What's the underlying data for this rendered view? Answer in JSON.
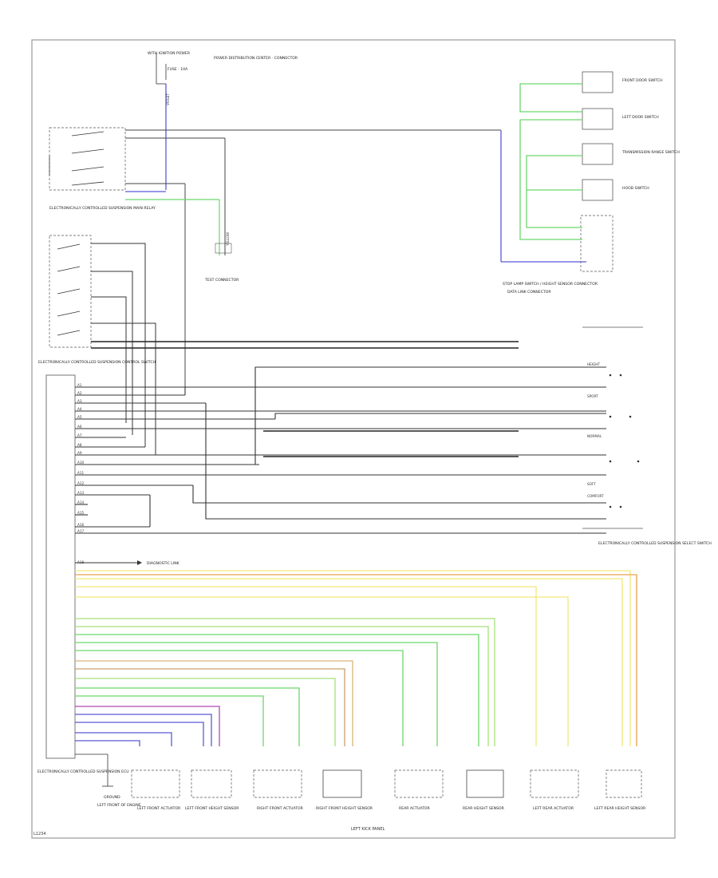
{
  "top_feed_label": "WITH IGNITION POWER",
  "top_feed_sub": "FUSE · 10A",
  "top_feed_note": "POWER DISTRIBUTION CENTER · CONNECTOR",
  "top_feed_wire": "VIOLET",
  "left_switch_label": "ELECTRONICALLY CONTROLLED SUSPENSION MAIN RELAY",
  "left_mid_label": "ELECTRONICALLY CONTROLLED SUSPENSION CONTROL SWITCH",
  "ecu_label": "ELECTRONICALLY CONTROLLED SUSPENSION ECU",
  "ecu_ground_label": "GROUND",
  "ecu_ground_note": "LEFT FRONT OF ENGINE",
  "center_conn_label": "TEST CONNECTOR",
  "center_conn_wire": "YELLOW",
  "right_top_label": "STOP LAMP SWITCH / HEIGHT SENSOR CONNECTOR",
  "right_top_label2": "DATA LINK CONNECTOR",
  "right_switches": [
    "FRONT DOOR SWITCH",
    "LEFT DOOR SWITCH",
    "TRANSMISSION RANGE SWITCH",
    "HOOD SWITCH"
  ],
  "right_mid_labels": [
    "HEIGHT",
    "SPORT",
    "NORMAL",
    "SOFT",
    "COMFORT"
  ],
  "right_mid_block_label": "ELECTRONICALLY CONTROLLED SUSPENSION SELECT SWITCH",
  "diagnostic_label": "DIAGNOSTIC LINK",
  "ecu_pins": [
    "A1",
    "A2",
    "A3",
    "A4",
    "A5",
    "A6",
    "A7",
    "A8",
    "A9",
    "A10",
    "A11",
    "A12",
    "A13",
    "A14",
    "A15",
    "A16",
    "A17",
    "A18"
  ],
  "bottom_components": [
    "LEFT FRONT ACTUATOR",
    "LEFT FRONT HEIGHT SENSOR",
    "RIGHT FRONT ACTUATOR",
    "RIGHT FRONT HEIGHT SENSOR",
    "REAR ACTUATOR",
    "REAR HEIGHT SENSOR",
    "LEFT REAR ACTUATOR",
    "LEFT REAR HEIGHT SENSOR"
  ],
  "footer_text": "LEFT KICK PANEL",
  "corner_code": "L1234"
}
